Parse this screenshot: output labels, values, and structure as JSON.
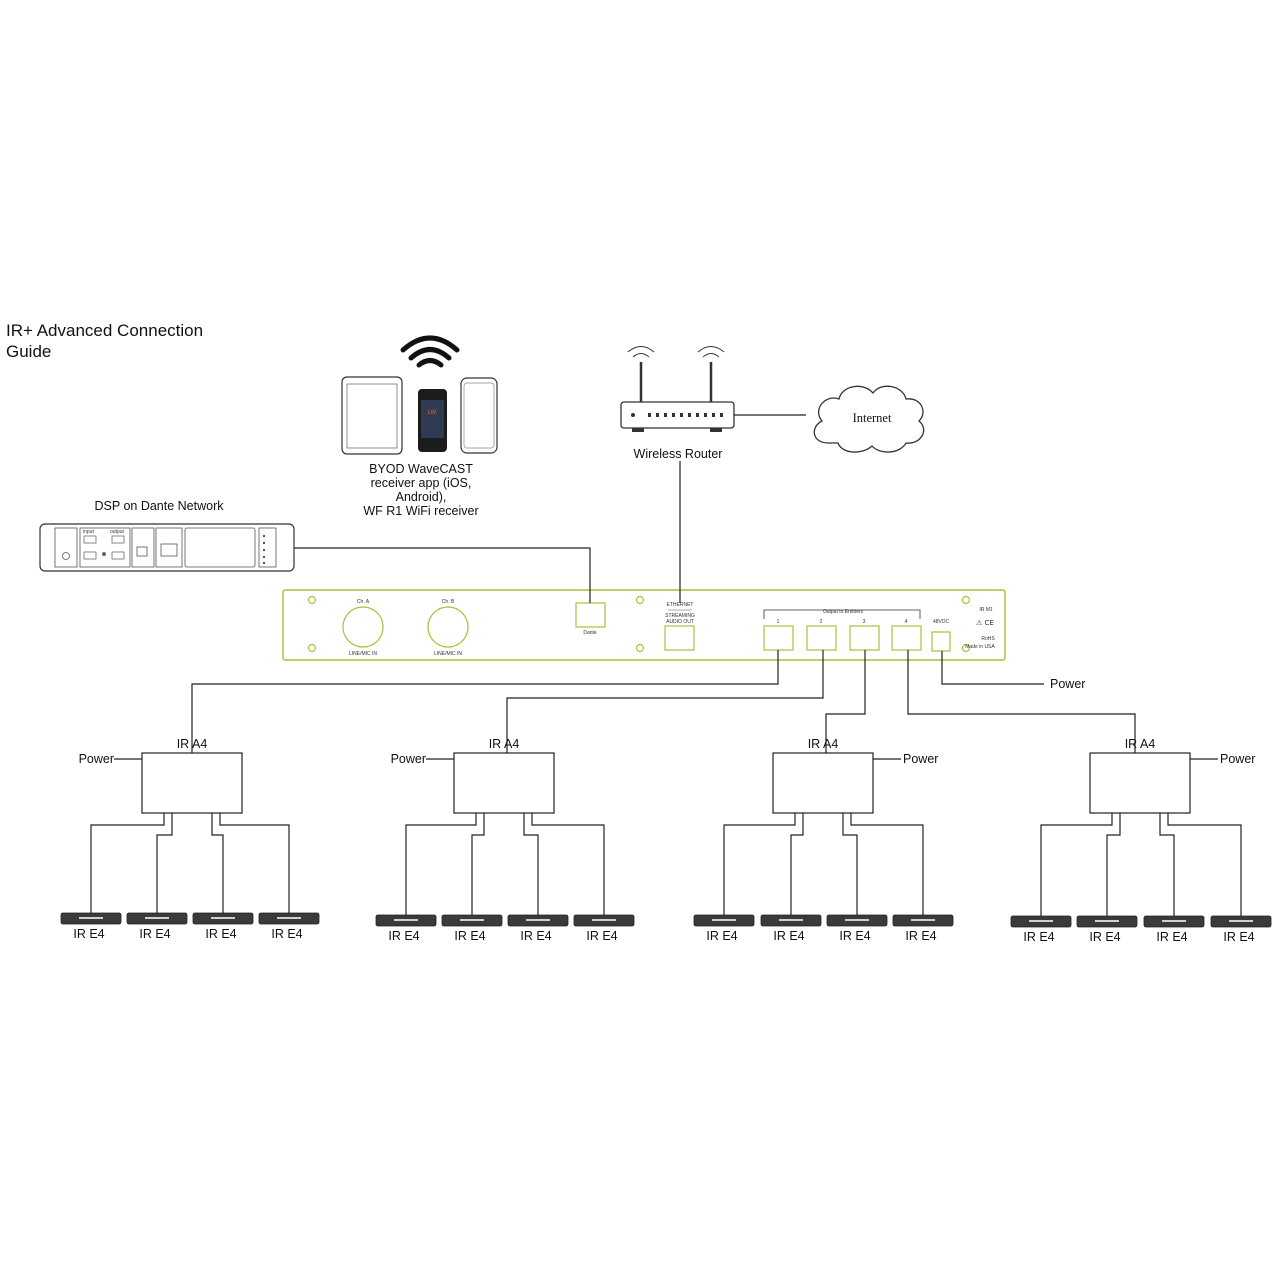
{
  "title": "IR+ Advanced Connection Guide",
  "title_lines": [
    "IR+ Advanced Connection",
    "Guide"
  ],
  "devices": {
    "byod": {
      "lines": [
        "BYOD WaveCAST",
        "receiver app (iOS,",
        "Android),",
        "WF R1 WiFi receiver"
      ],
      "receiver_logo": "LW"
    },
    "router": {
      "label": "Wireless Router"
    },
    "internet": {
      "label": "Internet"
    },
    "dsp": {
      "label": "DSP on Dante Network",
      "tiny": {
        "input": "input",
        "output": "output"
      }
    },
    "irm1": {
      "ch_a": "Ch. A",
      "ch_b": "Ch. B",
      "line_mic_a": "LINE/MIC IN",
      "line_mic_b": "LINE/MIC IN",
      "dante": "Dante",
      "ethernet": "ETHERNET",
      "streaming": "STREAMING",
      "audio_out": "AUDIO OUT",
      "output_to_emitters": "Output to Emitters",
      "port_numbers": [
        "1",
        "2",
        "3",
        "4"
      ],
      "dc_label": "48VDC",
      "model": "IR M1",
      "rohs": "RoHS",
      "made_in": "Made in USA",
      "power_label": "Power"
    }
  },
  "amplifier_groups": [
    {
      "label": "IR A4",
      "power_label": "Power",
      "emitters": [
        "IR E4",
        "IR E4",
        "IR E4",
        "IR E4"
      ]
    },
    {
      "label": "IR A4",
      "power_label": "Power",
      "emitters": [
        "IR E4",
        "IR E4",
        "IR E4",
        "IR E4"
      ]
    },
    {
      "label": "IR A4",
      "power_label": "Power",
      "emitters": [
        "IR E4",
        "IR E4",
        "IR E4",
        "IR E4"
      ]
    },
    {
      "label": "IR A4",
      "power_label": "Power",
      "emitters": [
        "IR E4",
        "IR E4",
        "IR E4",
        "IR E4"
      ]
    }
  ],
  "colors": {
    "panel_accent": "#a5c23a",
    "line": "#222222",
    "emitter": "#3a3a3a"
  }
}
